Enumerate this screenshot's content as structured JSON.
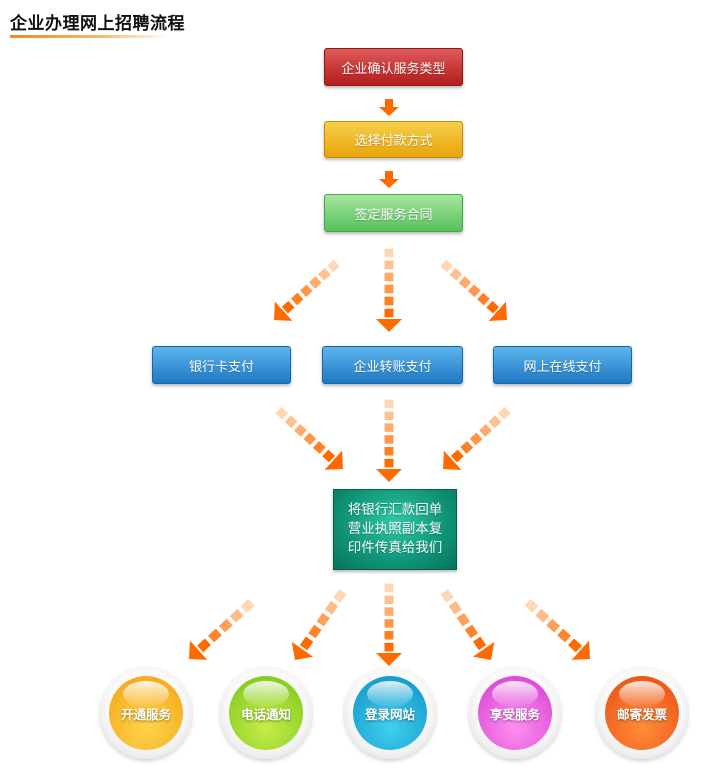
{
  "title": "企业办理网上招聘流程",
  "steps": {
    "confirm_service": "企业确认服务类型",
    "select_payment": "选择付款方式",
    "sign_contract": "签定服务合同"
  },
  "payment_methods": {
    "bank_card": "银行卡支付",
    "transfer": "企业转账支付",
    "online": "网上在线支付"
  },
  "submit_docs": {
    "line1": "将银行汇款回单",
    "line2": "营业执照副本复",
    "line3": "印件传真给我们"
  },
  "outcomes": {
    "open_service": "开通服务",
    "phone_notify": "电话通知",
    "login_site": "登录网站",
    "enjoy_service": "享受服务",
    "mail_invoice": "邮寄发票"
  },
  "colors": {
    "arrow": "#ff6a00",
    "arrow_light": "#ffd7b5"
  }
}
